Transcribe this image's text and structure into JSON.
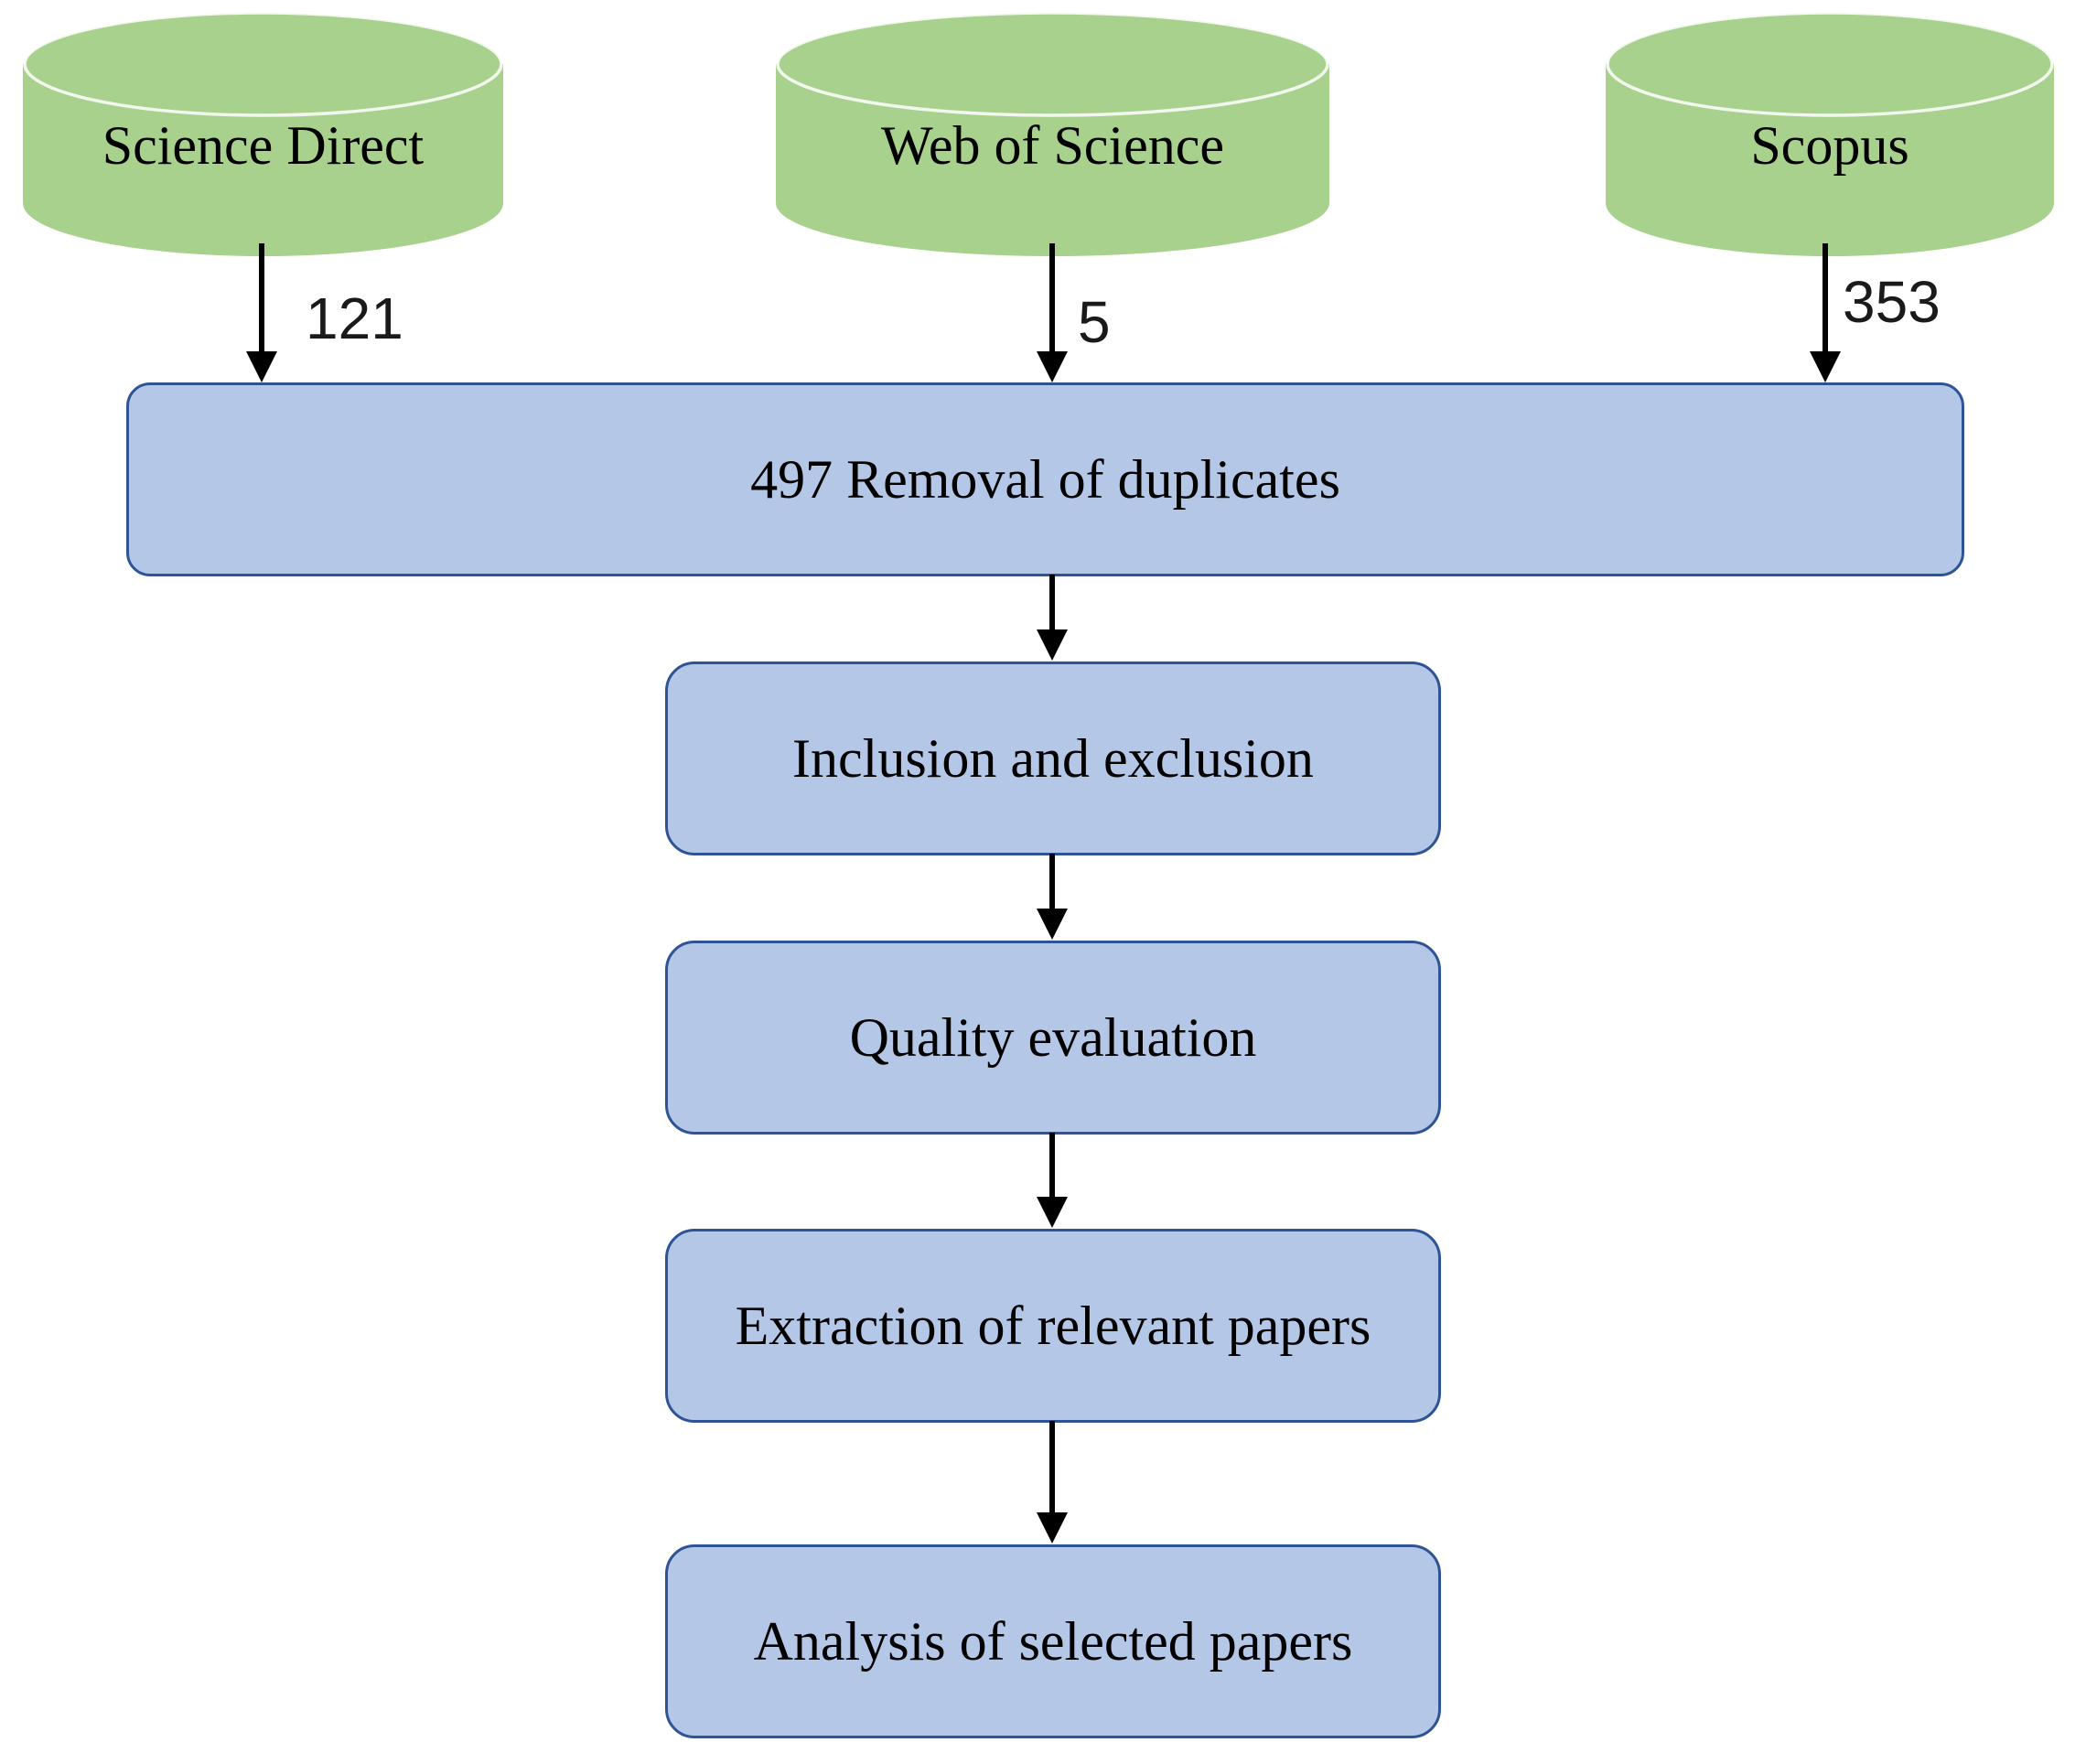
{
  "diagram": {
    "description": "Systematic literature review selection flowchart",
    "sources": [
      {
        "label": "Science Direct",
        "count": "121"
      },
      {
        "label": "Web of Science",
        "count": "5"
      },
      {
        "label": "Scopus",
        "count": "353"
      }
    ],
    "steps": [
      {
        "label": "497 Removal of duplicates"
      },
      {
        "label": "Inclusion and exclusion"
      },
      {
        "label": "Quality evaluation"
      },
      {
        "label": "Extraction of relevant papers"
      },
      {
        "label": "Analysis of selected papers"
      }
    ],
    "colors": {
      "cylinder_fill": "#a9d18e",
      "box_fill": "#b4c7e7",
      "box_border": "#2f5496",
      "arrow": "#000000",
      "text": "#000000"
    }
  }
}
